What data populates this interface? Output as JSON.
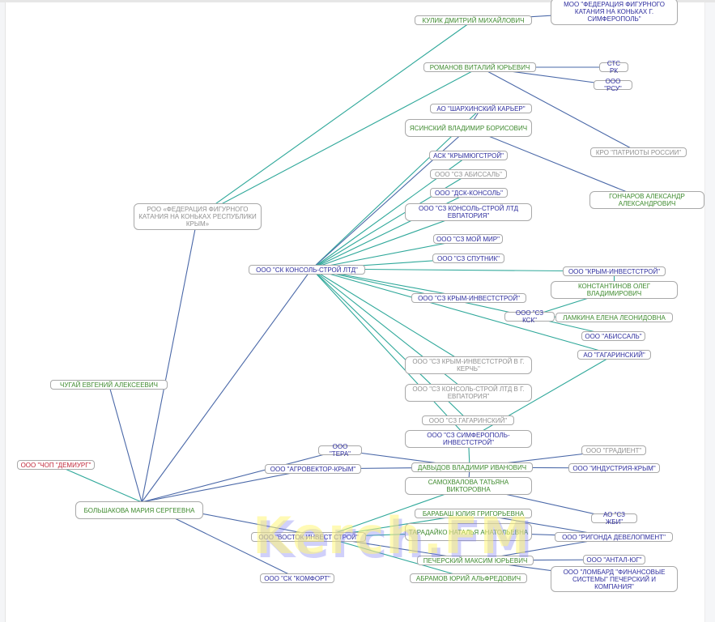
{
  "colors": {
    "person_text": "#3e8a2e",
    "org_text": "#2e2e9e",
    "inactive_text": "#909090",
    "risk_text": "#c0283a",
    "edge_management": "#4a68a8",
    "edge_founder": "#2fa89a"
  },
  "watermark": "Kerch.FM",
  "nodes": [
    {
      "id": "moo_fed",
      "label": "МОО \"ФЕДЕРАЦИЯ ФИГУРНОГО КАТАНИЯ НА КОНЬКАХ Г. СИМФЕРОПОЛЬ\"",
      "kind": "org"
    },
    {
      "id": "kulik",
      "label": "КУЛИК ДМИТРИЙ МИХАЙЛОВИЧ",
      "kind": "person"
    },
    {
      "id": "romanov",
      "label": "РОМАНОВ ВИТАЛИЙ ЮРЬЕВИЧ",
      "kind": "person"
    },
    {
      "id": "sts_rk",
      "label": "СТС РК",
      "kind": "org"
    },
    {
      "id": "rsu",
      "label": "ООО \"РСУ\"",
      "kind": "org"
    },
    {
      "id": "sharkh",
      "label": "АО \"ШАРХИНСКИЙ КАРЬЕР\"",
      "kind": "org"
    },
    {
      "id": "yasinsky",
      "label": "ЯСИНСКИЙ ВЛАДИМИР БОРИСОВИЧ",
      "kind": "person"
    },
    {
      "id": "kro",
      "label": "КРО \"ПАТРИОТЫ РОССИИ\"",
      "kind": "inactive"
    },
    {
      "id": "ask",
      "label": "АСК \"КРЫМЮГСТРОЙ\"",
      "kind": "org"
    },
    {
      "id": "sz_abis",
      "label": "ООО \"СЗ АБИССАЛЬ\"",
      "kind": "inactive"
    },
    {
      "id": "goncharov",
      "label": "ГОНЧАРОВ АЛЕКСАНДР АЛЕКСАНДРОВИЧ",
      "kind": "person"
    },
    {
      "id": "dsk",
      "label": "ООО \"ДСК-КОНСОЛЬ\"",
      "kind": "org"
    },
    {
      "id": "sz_ks_evp",
      "label": "ООО \"СЗ КОНСОЛЬ-СТРОЙ ЛТД ЕВПАТОРИЯ\"",
      "kind": "org"
    },
    {
      "id": "roo_fed",
      "label": "РОО «ФЕДЕРАЦИЯ ФИГУРНОГО КАТАНИЯ НА КОНЬКАХ РЕСПУБЛИКИ КРЫМ»",
      "kind": "inactive"
    },
    {
      "id": "sz_moymir",
      "label": "ООО \"СЗ МОЙ МИР\"",
      "kind": "org"
    },
    {
      "id": "sz_sputnik",
      "label": "ООО \"СЗ СПУТНИК\"",
      "kind": "org"
    },
    {
      "id": "sk_ks",
      "label": "ООО \"СК КОНСОЛЬ-СТРОЙ ЛТД\"",
      "kind": "org"
    },
    {
      "id": "krym_inv",
      "label": "ООО \"КРЫМ-ИНВЕСТСТРОЙ\"",
      "kind": "org"
    },
    {
      "id": "konstantinov",
      "label": "КОНСТАНТИНОВ ОЛЕГ ВЛАДИМИРОВИЧ",
      "kind": "person"
    },
    {
      "id": "sz_krym_inv",
      "label": "ООО \"СЗ КРЫМ-ИНВЕСТСТРОЙ\"",
      "kind": "org"
    },
    {
      "id": "sz_ksk",
      "label": "ООО \"СЗ КСК\"",
      "kind": "org"
    },
    {
      "id": "lamkina",
      "label": "ЛАМКИНА ЕЛЕНА ЛЕОНИДОВНА",
      "kind": "person"
    },
    {
      "id": "abis",
      "label": "ООО \"АБИССАЛЬ\"",
      "kind": "org"
    },
    {
      "id": "gagar",
      "label": "АО \"ГАГАРИНСКИЙ\"",
      "kind": "org"
    },
    {
      "id": "sz_kerch",
      "label": "ООО \"СЗ КРЫМ-ИНВЕСТСТРОЙ В Г. КЕРЧЬ\"",
      "kind": "inactive"
    },
    {
      "id": "sz_ks_evp2",
      "label": "ООО \"СЗ КОНСОЛЬ-СТРОЙ ЛТД В Г. ЕВПАТОРИЯ\"",
      "kind": "inactive"
    },
    {
      "id": "chugay",
      "label": "ЧУГАЙ ЕВГЕНИЙ АЛЕКСЕЕВИЧ",
      "kind": "person"
    },
    {
      "id": "sz_gagar",
      "label": "ООО \"СЗ ГАГАРИНСКИЙ\"",
      "kind": "inactive"
    },
    {
      "id": "sz_simf",
      "label": "ООО \"СЗ СИМФЕРОПОЛЬ-ИНВЕСТСТРОЙ\"",
      "kind": "org"
    },
    {
      "id": "tera",
      "label": "ООО \"ТЕРА\"",
      "kind": "org"
    },
    {
      "id": "gradient",
      "label": "ООО \"ГРАДИЕНТ\"",
      "kind": "inactive"
    },
    {
      "id": "demiurg",
      "label": "ООО \"ЧОП \"ДЕМИУРГ\"",
      "kind": "risk"
    },
    {
      "id": "agro",
      "label": "ООО \"АГРОВЕКТОР-КРЫМ\"",
      "kind": "org"
    },
    {
      "id": "davydov",
      "label": "ДАВЫДОВ ВЛАДИМИР ИВАНОВИЧ",
      "kind": "person"
    },
    {
      "id": "industr",
      "label": "ООО \"ИНДУСТРИЯ-КРЫМ\"",
      "kind": "org"
    },
    {
      "id": "samokh",
      "label": "САМОХВАЛОВА ТАТЬЯНА ВИКТОРОВНА",
      "kind": "person"
    },
    {
      "id": "bolsh",
      "label": "БОЛЬШАКОВА МАРИЯ СЕРГЕЕВНА",
      "kind": "person"
    },
    {
      "id": "barabash",
      "label": "БАРАБАШ ЮЛИЯ ГРИГОРЬЕВНА",
      "kind": "person"
    },
    {
      "id": "sz_zhbi",
      "label": "АО \"СЗ ЖБИ\"",
      "kind": "org"
    },
    {
      "id": "taradayko",
      "label": "ТАРАДАЙКО НАТАЛЬЯ АНАТОЛЬЕВНА",
      "kind": "person"
    },
    {
      "id": "rigonda",
      "label": "ООО \"РИГОНДА ДЕВЕЛОПМЕНТ\"",
      "kind": "org"
    },
    {
      "id": "vostok",
      "label": "ООО \"ВОСТОК ИНВЕСТ СТРОЙ\"",
      "kind": "org"
    },
    {
      "id": "pechersky",
      "label": "ПЕЧЕРСКИЙ МАКСИМ ЮРЬЕВИЧ",
      "kind": "person"
    },
    {
      "id": "antal",
      "label": "ООО \"АНТАЛ-ЮГ\"",
      "kind": "org"
    },
    {
      "id": "lombard",
      "label": "ООО \"ЛОМБАРД \"ФИНАНСОВЫЕ СИСТЕМЫ\" ПЕЧЕРСКИЙ И КОМПАНИЯ\"",
      "kind": "org"
    },
    {
      "id": "abramov",
      "label": "АБРАМОВ ЮРИЙ АЛЬФРЕДОВИЧ",
      "kind": "person"
    },
    {
      "id": "komfort",
      "label": "ООО \"СК \"КОМФОРТ\"",
      "kind": "org"
    }
  ],
  "edges": [
    {
      "from": "kulik",
      "to": "moo_fed",
      "type": "management"
    },
    {
      "from": "kulik",
      "to": "roo_fed",
      "type": "founder"
    },
    {
      "from": "romanov",
      "to": "roo_fed",
      "type": "founder"
    },
    {
      "from": "romanov",
      "to": "sts_rk",
      "type": "management"
    },
    {
      "from": "romanov",
      "to": "rsu",
      "type": "management"
    },
    {
      "from": "romanov",
      "to": "kro",
      "type": "management"
    },
    {
      "from": "roo_fed",
      "to": "bolsh",
      "type": "management"
    },
    {
      "from": "chugay",
      "to": "bolsh",
      "type": "management"
    },
    {
      "from": "demiurg",
      "to": "bolsh",
      "type": "founder"
    },
    {
      "from": "sk_ks",
      "to": "bolsh",
      "type": "management"
    },
    {
      "from": "sk_ks",
      "to": "sharkh",
      "type": "founder"
    },
    {
      "from": "sk_ks",
      "to": "yasinsky",
      "type": "management"
    },
    {
      "from": "sk_ks",
      "to": "ask",
      "type": "founder"
    },
    {
      "from": "sk_ks",
      "to": "sz_abis",
      "type": "founder"
    },
    {
      "from": "sk_ks",
      "to": "dsk",
      "type": "founder"
    },
    {
      "from": "sk_ks",
      "to": "sz_ks_evp",
      "type": "founder"
    },
    {
      "from": "sk_ks",
      "to": "sz_moymir",
      "type": "founder"
    },
    {
      "from": "sk_ks",
      "to": "sz_sputnik",
      "type": "founder"
    },
    {
      "from": "sk_ks",
      "to": "krym_inv",
      "type": "founder"
    },
    {
      "from": "sk_ks",
      "to": "sz_krym_inv",
      "type": "founder"
    },
    {
      "from": "sk_ks",
      "to": "sz_ksk",
      "type": "founder"
    },
    {
      "from": "sk_ks",
      "to": "gagar",
      "type": "founder"
    },
    {
      "from": "sk_ks",
      "to": "sz_kerch",
      "type": "founder"
    },
    {
      "from": "sk_ks",
      "to": "sz_ks_evp2",
      "type": "founder"
    },
    {
      "from": "sk_ks",
      "to": "sz_gagar",
      "type": "founder"
    },
    {
      "from": "sk_ks",
      "to": "sz_simf",
      "type": "founder"
    },
    {
      "from": "yasinsky",
      "to": "sharkh",
      "type": "management"
    },
    {
      "from": "yasinsky",
      "to": "goncharov",
      "type": "management"
    },
    {
      "from": "konstantinov",
      "to": "krym_inv",
      "type": "founder"
    },
    {
      "from": "konstantinov",
      "to": "sz_ksk",
      "type": "founder"
    },
    {
      "from": "sz_ksk",
      "to": "abis",
      "type": "founder"
    },
    {
      "from": "sz_ksk",
      "to": "lamkina",
      "type": "founder"
    },
    {
      "from": "gagar",
      "to": "sz_simf",
      "type": "founder"
    },
    {
      "from": "sz_simf",
      "to": "davydov",
      "type": "founder"
    },
    {
      "from": "davydov",
      "to": "tera",
      "type": "management"
    },
    {
      "from": "davydov",
      "to": "agro",
      "type": "management"
    },
    {
      "from": "davydov",
      "to": "gradient",
      "type": "management"
    },
    {
      "from": "davydov",
      "to": "industr",
      "type": "management"
    },
    {
      "from": "davydov",
      "to": "samokh",
      "type": "management"
    },
    {
      "from": "bolsh",
      "to": "tera",
      "type": "management"
    },
    {
      "from": "bolsh",
      "to": "agro",
      "type": "management"
    },
    {
      "from": "bolsh",
      "to": "vostok",
      "type": "management"
    },
    {
      "from": "bolsh",
      "to": "komfort",
      "type": "management"
    },
    {
      "from": "samokh",
      "to": "vostok",
      "type": "founder"
    },
    {
      "from": "samokh",
      "to": "sz_zhbi",
      "type": "management"
    },
    {
      "from": "barabash",
      "to": "vostok",
      "type": "founder"
    },
    {
      "from": "barabash",
      "to": "rigonda",
      "type": "management"
    },
    {
      "from": "taradayko",
      "to": "vostok",
      "type": "founder"
    },
    {
      "from": "taradayko",
      "to": "rigonda",
      "type": "management"
    },
    {
      "from": "pechersky",
      "to": "vostok",
      "type": "management"
    },
    {
      "from": "pechersky",
      "to": "rigonda",
      "type": "management"
    },
    {
      "from": "pechersky",
      "to": "antal",
      "type": "management"
    },
    {
      "from": "pechersky",
      "to": "lombard",
      "type": "management"
    },
    {
      "from": "abramov",
      "to": "vostok",
      "type": "founder"
    }
  ]
}
